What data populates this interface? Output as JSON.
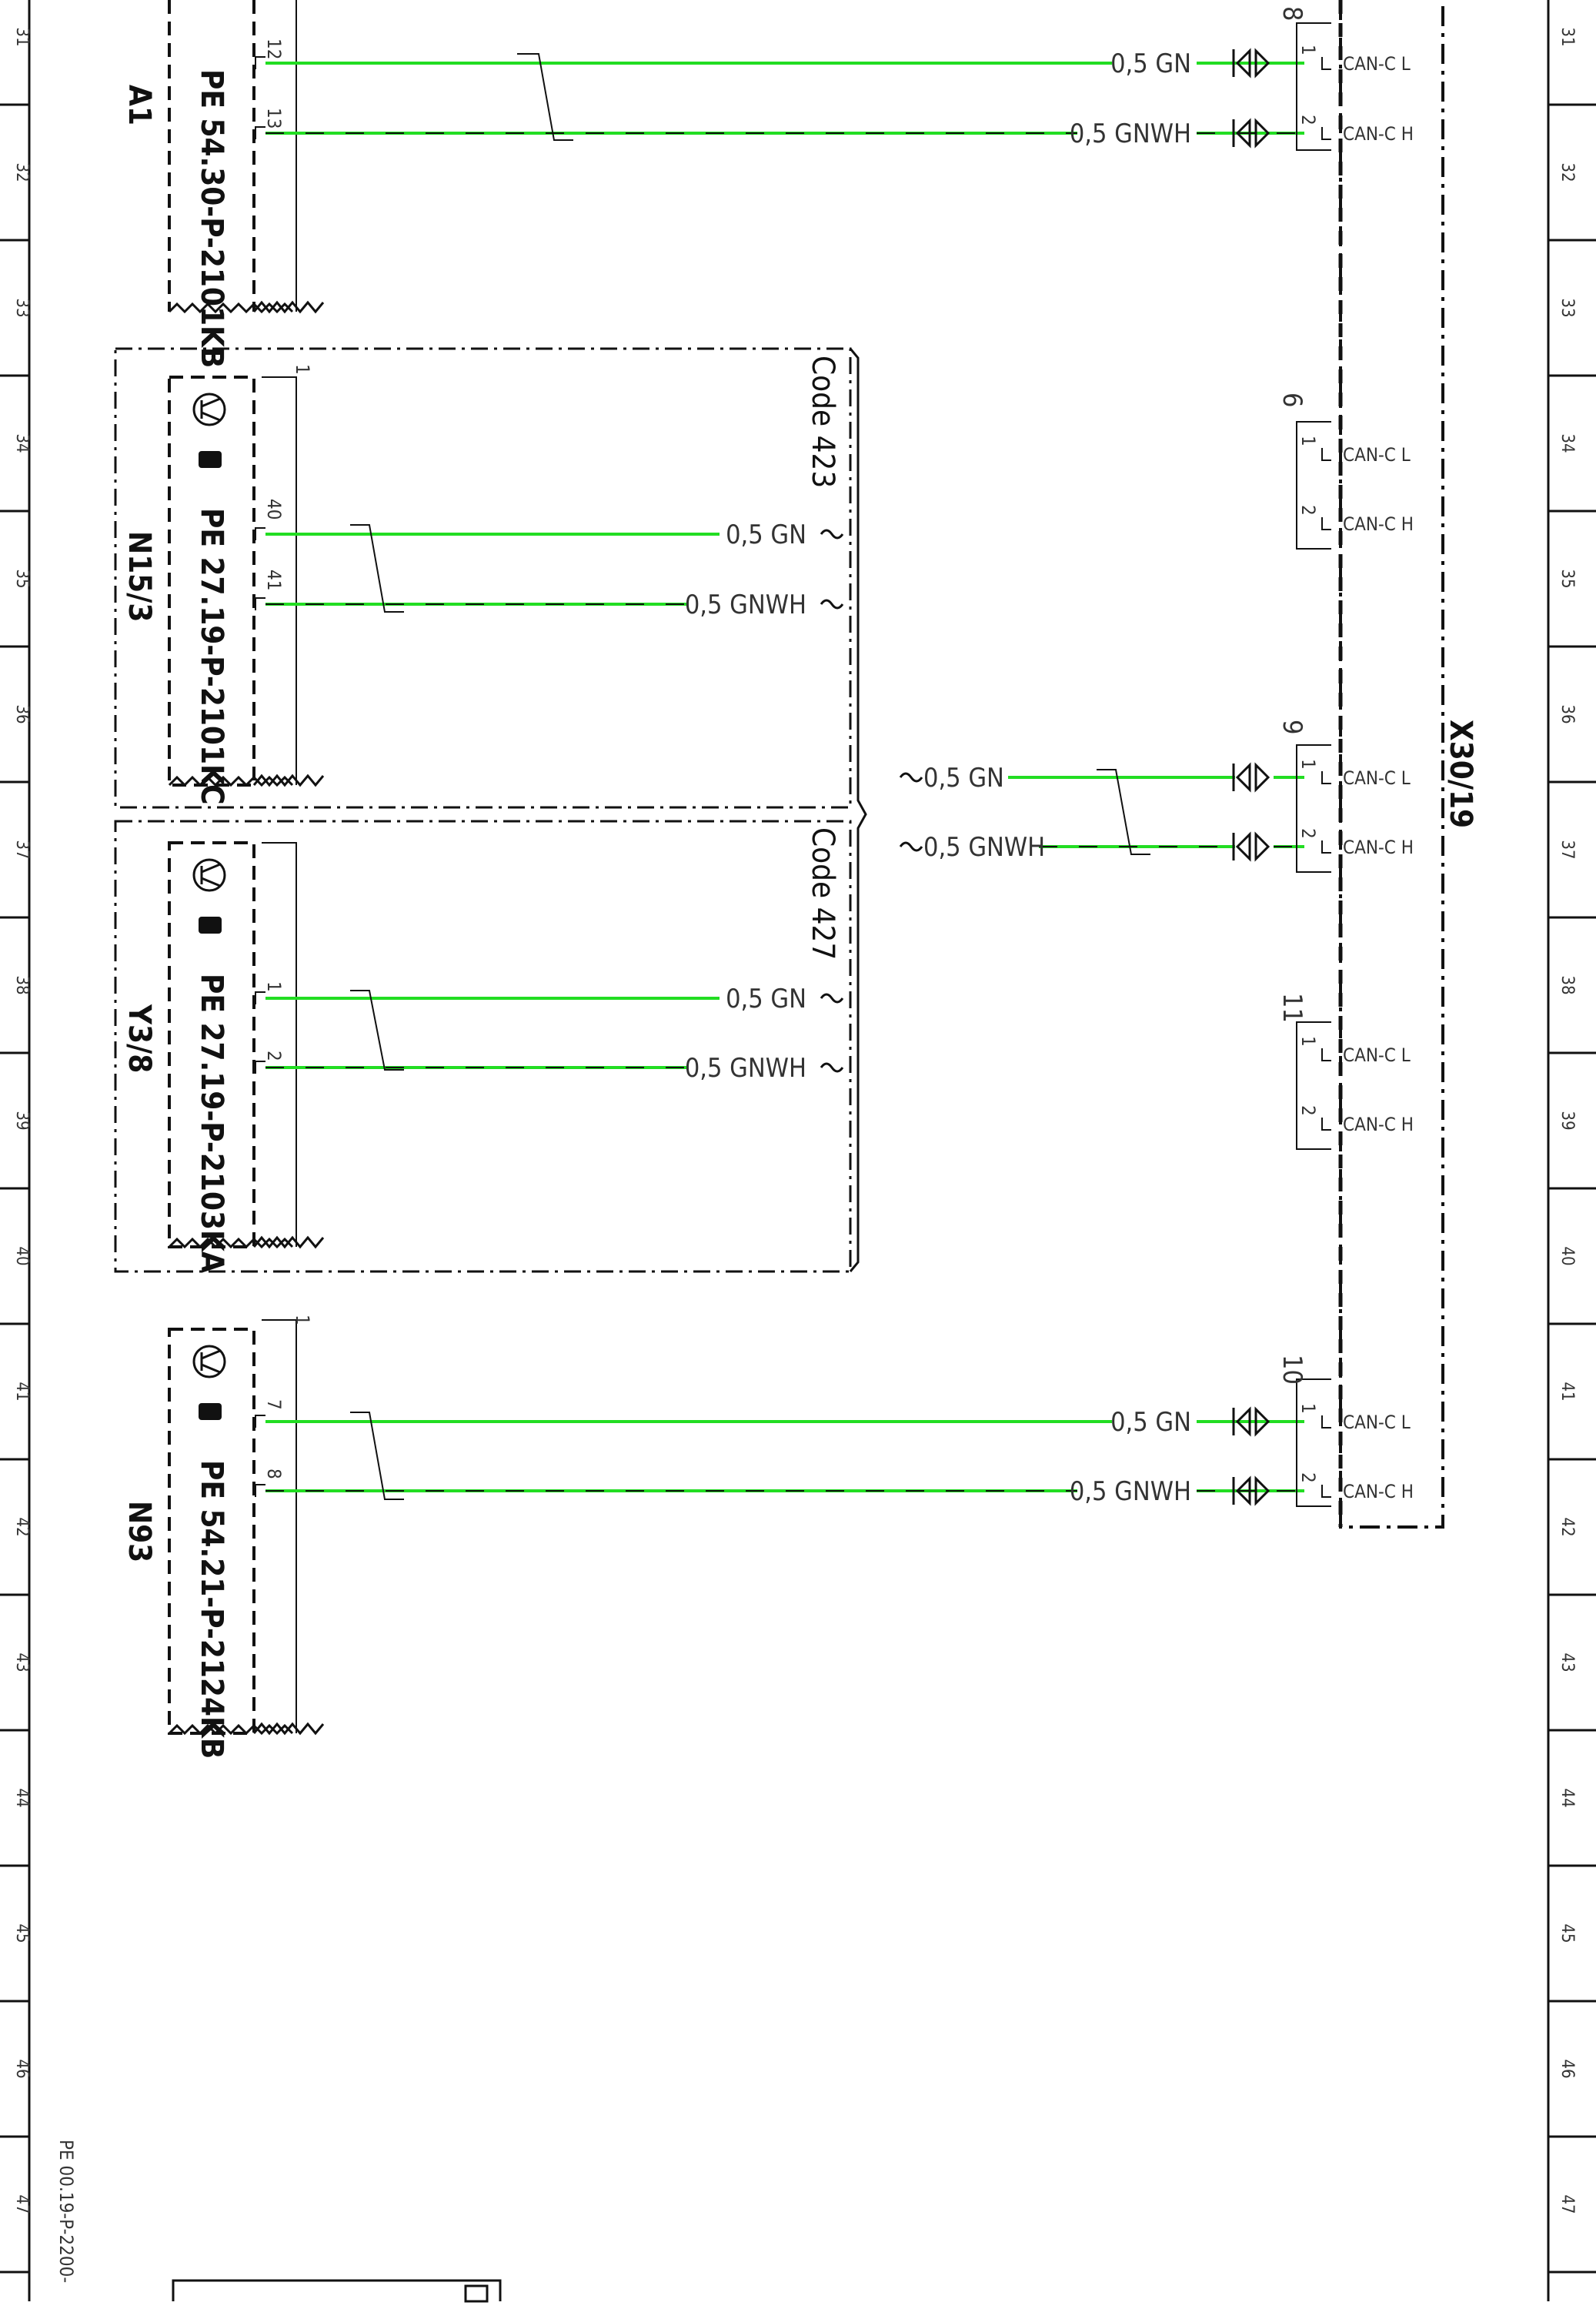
{
  "frame": {
    "row_numbers": [
      "31",
      "32",
      "33",
      "34",
      "35",
      "36",
      "37",
      "38",
      "39",
      "40",
      "41",
      "42",
      "43",
      "44",
      "45",
      "46",
      "47"
    ],
    "footer_ref": "PE 00.19-P-2200-"
  },
  "connector": {
    "name": "X30/19",
    "slots": [
      {
        "number": "8",
        "pins": [
          "1",
          "2"
        ],
        "signals": [
          "CAN-C L",
          "CAN-C H"
        ]
      },
      {
        "number": "6",
        "pins": [
          "1",
          "2"
        ],
        "signals": [
          "CAN-C L",
          "CAN-C H"
        ]
      },
      {
        "number": "9",
        "pins": [
          "1",
          "2"
        ],
        "signals": [
          "CAN-C L",
          "CAN-C H"
        ]
      },
      {
        "number": "11",
        "pins": [
          "1",
          "2"
        ],
        "signals": [
          "CAN-C L",
          "CAN-C H"
        ]
      },
      {
        "number": "10",
        "pins": [
          "1",
          "2"
        ],
        "signals": [
          "CAN-C L",
          "CAN-C H"
        ]
      }
    ]
  },
  "components": [
    {
      "name": "A1",
      "ref": "PE 54.30-P-2101KB",
      "pins": [
        "12",
        "13"
      ]
    },
    {
      "name": "N15/3",
      "ref": "PE 27.19-P-2101KC",
      "pins": [
        "40",
        "41"
      ],
      "box_pin": "1"
    },
    {
      "name": "Y3/8",
      "ref": "PE 27.19-P-2103KA",
      "pins": [
        "1",
        "2"
      ]
    },
    {
      "name": "N93",
      "ref": "PE 54.21-P-2124KB",
      "pins": [
        "7",
        "8"
      ],
      "box_pin": "1"
    }
  ],
  "option_codes": [
    "Code 423",
    "Code 427"
  ],
  "wires": {
    "gn": "0,5 GN",
    "gnwh": "0,5 GNWH",
    "color": "#22dd22"
  }
}
